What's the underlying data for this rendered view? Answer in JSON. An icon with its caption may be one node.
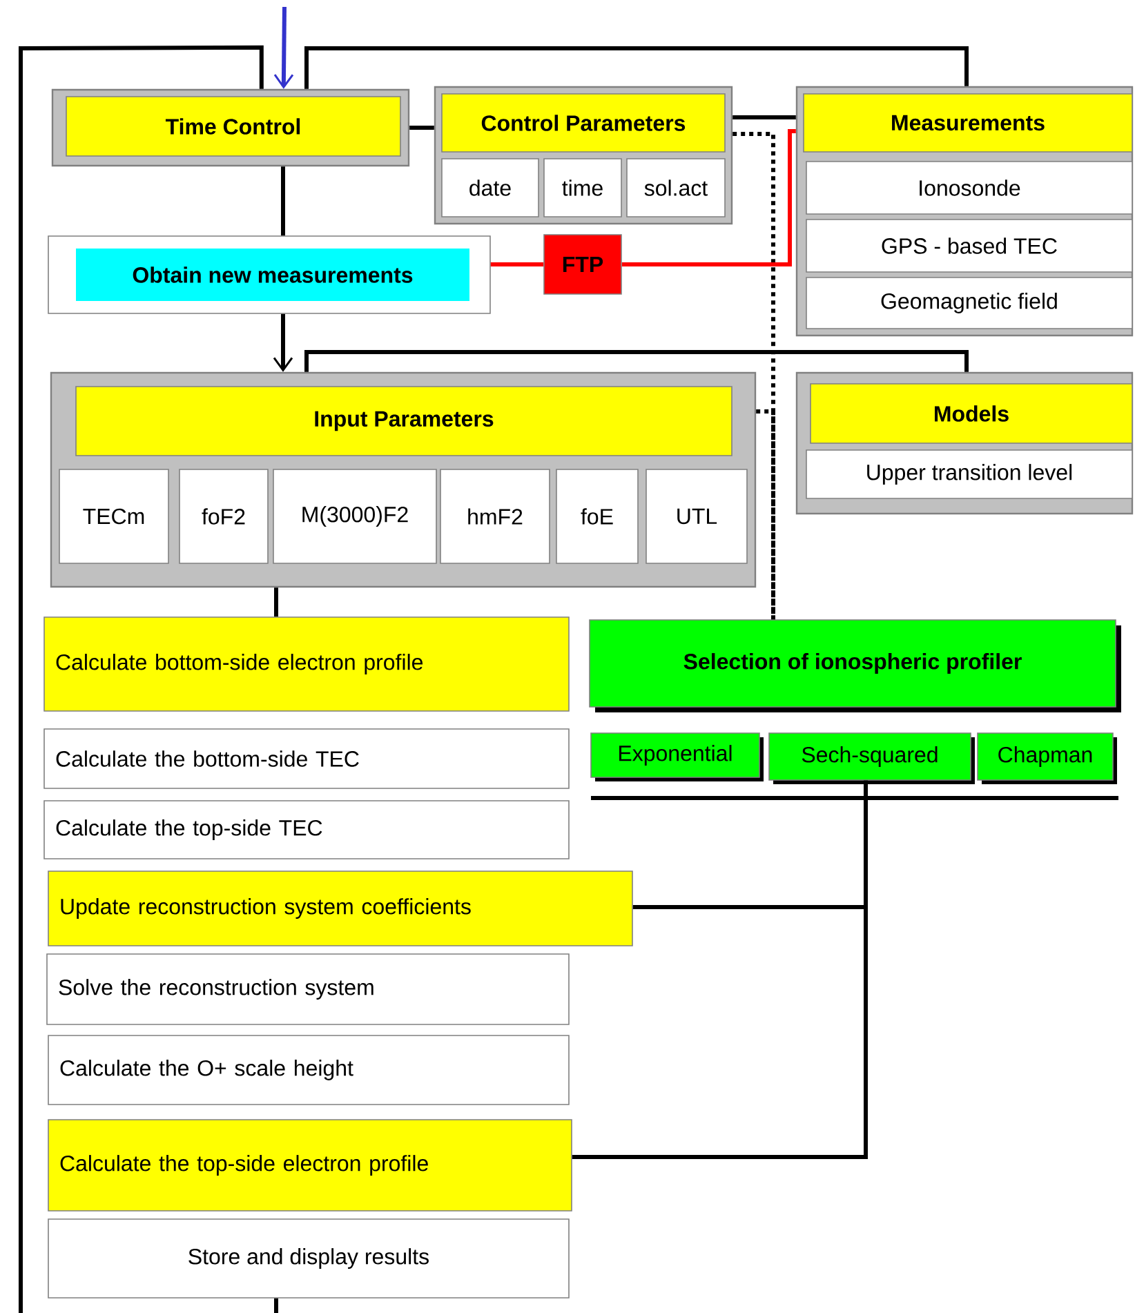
{
  "diagram": {
    "nodes": [
      {
        "text": [],
        "shape": "box"
      },
      {
        "text": [
          "Time Control"
        ],
        "in": 0
      },
      {
        "text": [],
        "shape": "box"
      },
      {
        "text": [
          "Control Parameters"
        ],
        "in": 2
      },
      {
        "text": [
          "date"
        ],
        "in": 2
      },
      {
        "text": [
          "time"
        ],
        "in": 2
      },
      {
        "text": [
          "sol.act"
        ],
        "in": 2
      },
      {
        "text": [],
        "shape": "box"
      },
      {
        "text": [
          "Measurements"
        ],
        "in": 7
      },
      {
        "text": [
          "Ionosonde"
        ],
        "in": 7
      },
      {
        "text": [
          "GPS - based TEC"
        ],
        "in": 7
      },
      {
        "text": [
          "Geomagnetic field"
        ],
        "in": 7
      },
      {
        "text": [
          "Obtain new measurements"
        ]
      },
      {
        "text": [
          "FTP"
        ]
      },
      {
        "text": [],
        "shape": "box"
      },
      {
        "text": [
          "Input Parameters"
        ],
        "in": 14
      },
      {
        "text": [
          "TECm"
        ],
        "in": 14
      },
      {
        "text": [
          "foF2"
        ],
        "in": 14
      },
      {
        "text": [
          "M(3000)F2"
        ],
        "in": 14
      },
      {
        "text": [
          "hmF2"
        ],
        "in": 14
      },
      {
        "text": [
          "foE"
        ],
        "in": 14
      },
      {
        "text": [
          "UTL"
        ],
        "in": 14
      },
      {
        "text": [],
        "shape": "box"
      },
      {
        "text": [
          "Models"
        ],
        "in": 22
      },
      {
        "text": [
          "Upper transition level"
        ],
        "in": 22
      },
      {
        "text": [
          "Calculate bottom-side electron profile"
        ]
      },
      {
        "text": [
          "Selection of ionospheric profiler"
        ]
      },
      {
        "text": [
          "Exponential"
        ]
      },
      {
        "text": [
          "Sech-squared"
        ]
      },
      {
        "text": [
          "Chapman"
        ]
      },
      {
        "text": [
          "Calculate the bottom-side TEC"
        ]
      },
      {
        "text": [
          "Calculate the top-side TEC"
        ]
      },
      {
        "text": [
          "Update reconstruction system coefficients"
        ]
      },
      {
        "text": [
          "Solve the reconstruction system"
        ]
      },
      {
        "text": [
          "Calculate the O+ scale height"
        ]
      },
      {
        "text": [
          "Calculate the top-side electron profile"
        ]
      },
      {
        "text": [
          "Store and display results"
        ]
      }
    ],
    "edges": [
      {
        "from": null,
        "to": 0,
        "arrow": "to",
        "color": "#3333cc"
      },
      {
        "from": 0,
        "to": 2,
        "arrow": "none"
      },
      {
        "from": 2,
        "to": 7,
        "arrow": "none"
      },
      {
        "from": 7,
        "to": 0,
        "arrow": "none"
      },
      {
        "from": 2,
        "to": 26,
        "arrow": "none",
        "style": "dashed"
      },
      {
        "from": 14,
        "to": 26,
        "arrow": "none",
        "style": "dashed"
      },
      {
        "from": 12,
        "to": 13,
        "arrow": "none",
        "color": "#ff0000"
      },
      {
        "from": 13,
        "to": 7,
        "arrow": "none",
        "color": "#ff0000"
      },
      {
        "from": 0,
        "to": 12,
        "arrow": "none"
      },
      {
        "from": 12,
        "to": 14,
        "arrow": "to"
      },
      {
        "from": 22,
        "to": 14,
        "arrow": "none"
      },
      {
        "from": 14,
        "to": 25,
        "arrow": "none"
      },
      {
        "from": 28,
        "to": 32,
        "arrow": "none"
      },
      {
        "from": 28,
        "to": 35,
        "arrow": "none"
      },
      {
        "from": 36,
        "to": 0,
        "arrow": "none"
      }
    ]
  }
}
